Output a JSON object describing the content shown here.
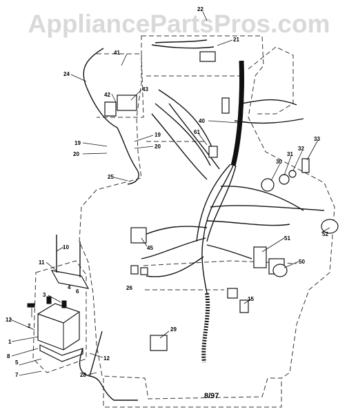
{
  "watermark": "AppliancePartsPros.com",
  "date_code": "8/97",
  "callouts": [
    "22",
    "21",
    "41",
    "24",
    "42",
    "43",
    "40",
    "61",
    "19",
    "20",
    "19",
    "20",
    "25",
    "30",
    "31",
    "32",
    "33",
    "10",
    "11",
    "45",
    "51",
    "52",
    "50",
    "3",
    "4",
    "6",
    "26",
    "12",
    "2",
    "1",
    "8",
    "5",
    "7",
    "15",
    "29",
    "12",
    "28"
  ]
}
